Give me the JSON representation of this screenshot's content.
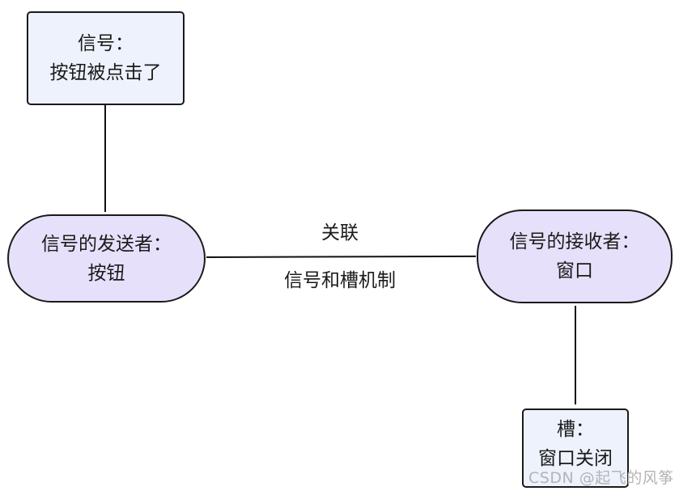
{
  "nodes": {
    "signal": {
      "line1": "信号：",
      "line2": "按钮被点击了"
    },
    "sender": {
      "line1": "信号的发送者：",
      "line2": "按钮"
    },
    "receiver": {
      "line1": "信号的接收者：",
      "line2": "窗口"
    },
    "slot": {
      "line1": "槽：",
      "line2": "窗口关闭"
    }
  },
  "edge": {
    "label_above": "关联",
    "label_below": "信号和槽机制"
  },
  "watermark": "CSDN @起飞的风筝",
  "colors": {
    "rect_fill": "#eef2fd",
    "pill_fill": "#e7e0fb",
    "stroke": "#1a1a1a"
  }
}
